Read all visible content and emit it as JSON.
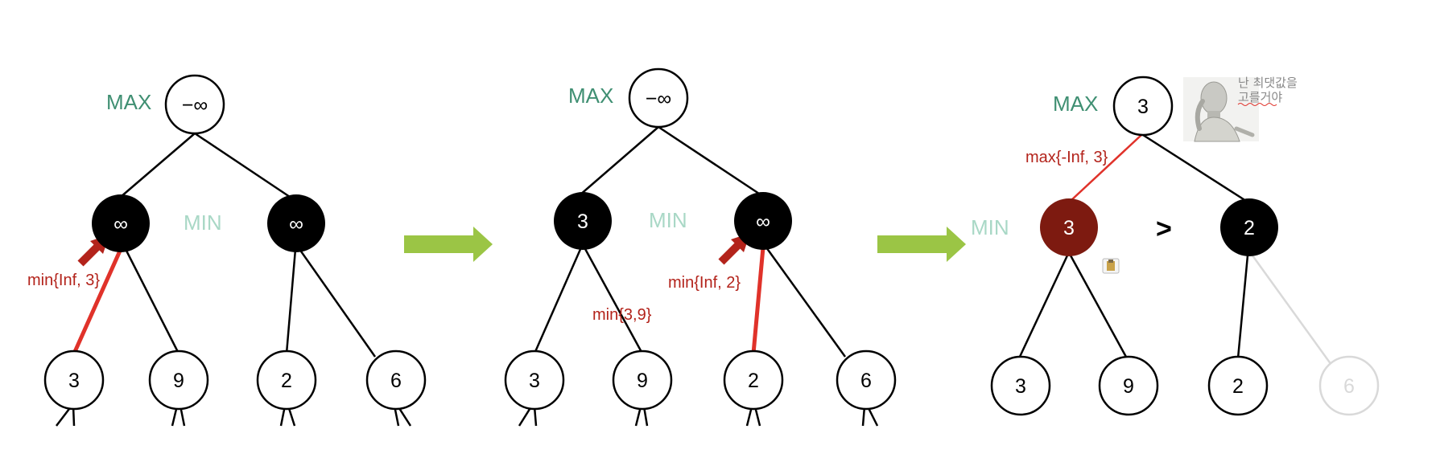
{
  "colors": {
    "edge": "#000000",
    "highlight_edge": "#e0322a",
    "arrow_main": "#9bc545",
    "pointer_arrow": "#b3231b",
    "max_label": "#3f8f72",
    "min_label": "#a9d8c6",
    "note_text": "#b3231b",
    "selected_node": "#7d1a10",
    "pruned": "#d9d9d9"
  },
  "labels": {
    "max": "MAX",
    "min": "MIN",
    "greater_than": ">"
  },
  "panel1": {
    "root": "−∞",
    "min_left": "∞",
    "min_right": "∞",
    "leaves": [
      "3",
      "9",
      "2",
      "6"
    ],
    "note": "min{Inf, 3}"
  },
  "panel2": {
    "root": "−∞",
    "min_left": "3",
    "min_right": "∞",
    "leaves": [
      "3",
      "9",
      "2",
      "6"
    ],
    "note_left": "min{3,9}",
    "note_right": "min{Inf, 2}"
  },
  "panel3": {
    "root": "3",
    "min_left": "3",
    "min_right": "2",
    "leaves": [
      "3",
      "9",
      "2",
      "6"
    ],
    "note": "max{-Inf, 3}",
    "caption_line1": "난 최댓값을",
    "caption_line2": "고를거야",
    "avatar_icon": "robot-avatar",
    "paste_icon": "clipboard-icon"
  },
  "transition_arrows": [
    "right-arrow-icon",
    "right-arrow-icon"
  ]
}
